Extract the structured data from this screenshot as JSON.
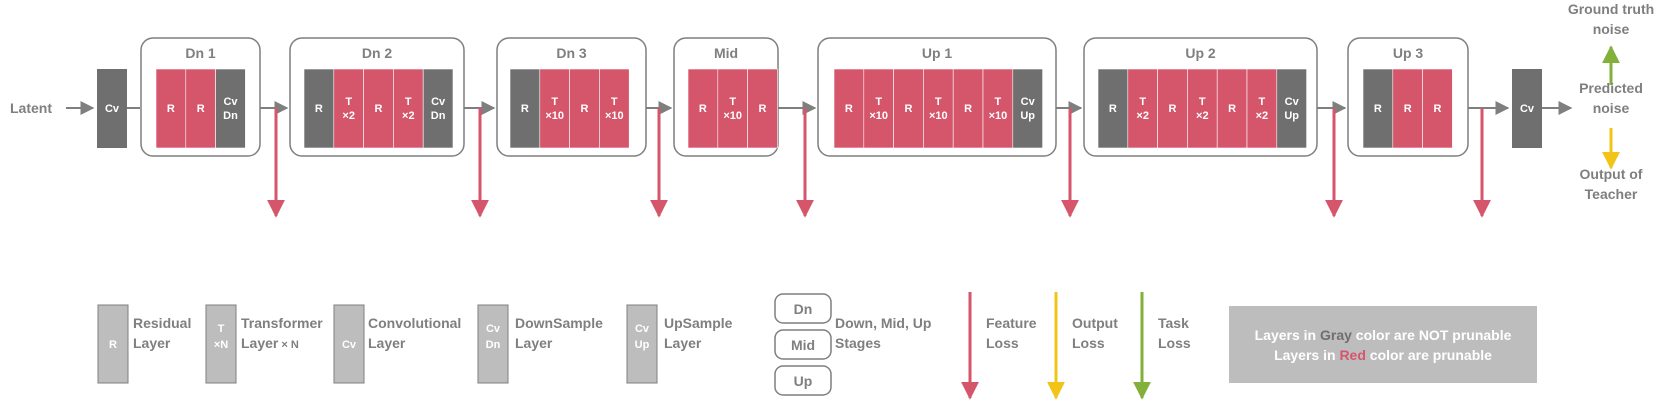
{
  "colors": {
    "red": "#d5566b",
    "gray": "#6f6f6f",
    "light_gray": "#bdbdbd",
    "yellow": "#f2c418",
    "green": "#82b03b",
    "text": "#7f7f7f"
  },
  "input_label": "Latent",
  "first_layer": "Cv",
  "last_layer": "Cv",
  "stages": [
    {
      "name": "Dn 1",
      "layers": [
        {
          "kind": "red",
          "text": "R"
        },
        {
          "kind": "red",
          "text": "R"
        },
        {
          "kind": "gray",
          "text": "Cv\nDn"
        }
      ]
    },
    {
      "name": "Dn 2",
      "layers": [
        {
          "kind": "gray",
          "text": "R"
        },
        {
          "kind": "red",
          "text": "T\n×2"
        },
        {
          "kind": "red",
          "text": "R"
        },
        {
          "kind": "red",
          "text": "T\n×2"
        },
        {
          "kind": "gray",
          "text": "Cv\nDn"
        }
      ]
    },
    {
      "name": "Dn 3",
      "layers": [
        {
          "kind": "gray",
          "text": "R"
        },
        {
          "kind": "red",
          "text": "T\n×10"
        },
        {
          "kind": "red",
          "text": "R"
        },
        {
          "kind": "red",
          "text": "T\n×10"
        }
      ]
    },
    {
      "name": "Mid",
      "layers": [
        {
          "kind": "red",
          "text": "R"
        },
        {
          "kind": "red",
          "text": "T\n×10"
        },
        {
          "kind": "red",
          "text": "R"
        }
      ]
    },
    {
      "name": "Up 1",
      "layers": [
        {
          "kind": "red",
          "text": "R"
        },
        {
          "kind": "red",
          "text": "T\n×10"
        },
        {
          "kind": "red",
          "text": "R"
        },
        {
          "kind": "red",
          "text": "T\n×10"
        },
        {
          "kind": "red",
          "text": "R"
        },
        {
          "kind": "red",
          "text": "T\n×10"
        },
        {
          "kind": "gray",
          "text": "Cv\nUp"
        }
      ]
    },
    {
      "name": "Up 2",
      "layers": [
        {
          "kind": "gray",
          "text": "R"
        },
        {
          "kind": "red",
          "text": "T\n×2"
        },
        {
          "kind": "red",
          "text": "R"
        },
        {
          "kind": "red",
          "text": "T\n×2"
        },
        {
          "kind": "red",
          "text": "R"
        },
        {
          "kind": "red",
          "text": "T\n×2"
        },
        {
          "kind": "gray",
          "text": "Cv\nUp"
        }
      ]
    },
    {
      "name": "Up 3",
      "layers": [
        {
          "kind": "gray",
          "text": "R"
        },
        {
          "kind": "red",
          "text": "R"
        },
        {
          "kind": "red",
          "text": "R"
        }
      ]
    }
  ],
  "outputs": {
    "ground_truth": "Ground truth\nnoise",
    "predicted": "Predicted\nnoise",
    "teacher": "Output of\nTeacher"
  },
  "legend": {
    "residual": {
      "icon": "R",
      "label": "Residual\nLayer"
    },
    "transformer": {
      "icon": "T\n×N",
      "label": "Transformer\nLayer",
      "suffix": "× N"
    },
    "convolutional": {
      "icon": "Cv",
      "label": "Convolutional\nLayer"
    },
    "downsample": {
      "icon": "Cv\nDn",
      "label": "DownSample\nLayer"
    },
    "upsample": {
      "icon": "Cv\nUp",
      "label": "UpSample\nLayer"
    },
    "stage_boxes": [
      "Dn",
      "Mid",
      "Up"
    ],
    "stages_label": "Down, Mid, Up\nStages",
    "feature_loss": "Feature\nLoss",
    "output_loss": "Output\nLoss",
    "task_loss": "Task\nLoss",
    "note": {
      "line1_pre": "Layers in ",
      "line1_word": "Gray",
      "line1_post": " color are NOT prunable",
      "line2_pre": "Layers in ",
      "line2_word": "Red",
      "line2_post": " color are prunable"
    }
  }
}
